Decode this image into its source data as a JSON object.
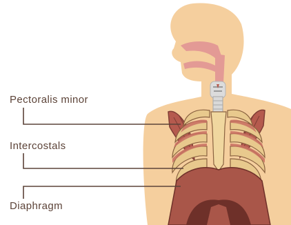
{
  "labels": {
    "pectoralis_minor": "Pectoralis minor",
    "intercostals": "Intercostals",
    "diaphragm": "Diaphragm"
  },
  "colors": {
    "skin": "#f5cf9e",
    "muscle": "#b55a4e",
    "muscle_dark": "#7f3d35",
    "rib": "#e8c98d",
    "diaphragm": "#a95649",
    "airway": "#e39a95",
    "leader_line": "#5c4338"
  }
}
